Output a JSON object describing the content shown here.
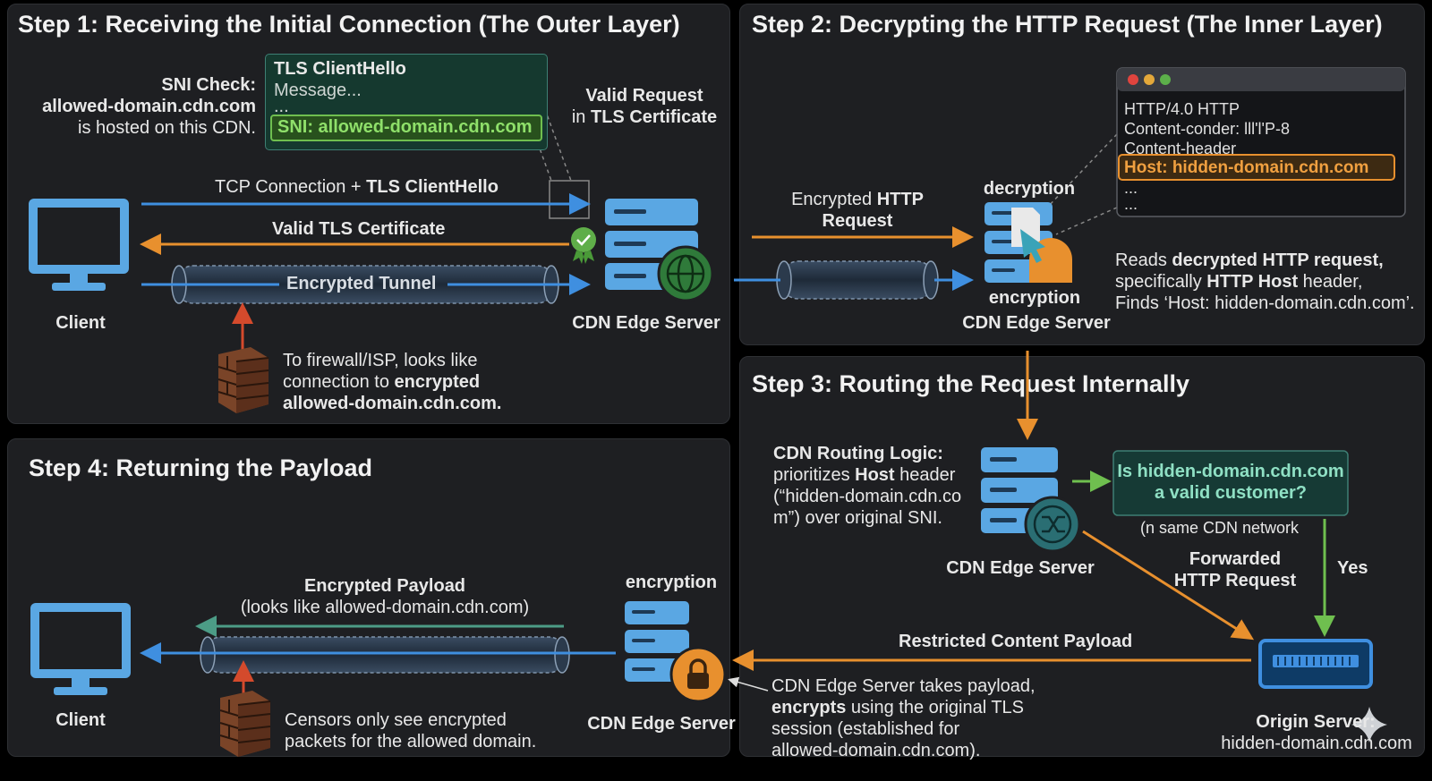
{
  "step1": {
    "title": "Step 1: Receiving the Initial Connection (The Outer Layer)",
    "sni_check": {
      "line1": "SNI Check:",
      "line2": "allowed-domain.cdn.com",
      "line3": "is hosted on this CDN."
    },
    "clienthello": {
      "title": "TLS ClientHello",
      "line1": "Message...",
      "line2": "...",
      "sni": "SNI: allowed-domain.cdn.com"
    },
    "valid_request": {
      "line1": "Valid Request",
      "line2_pre": "in ",
      "line2_bold": "TLS Certificate"
    },
    "arrow_tcp": {
      "pre": "TCP Connection + ",
      "bold": "TLS ClientHello"
    },
    "arrow_cert": "Valid TLS Certificate",
    "tunnel": "Encrypted Tunnel",
    "client": "Client",
    "server": "CDN Edge Server",
    "firewall": {
      "line1": "To firewall/ISP, looks like",
      "line2_pre": "connection to ",
      "line2_bold": "encrypted",
      "line3": "allowed-domain.cdn.com."
    }
  },
  "step2": {
    "title": "Step 2: Decrypting the HTTP Request (The Inner Layer)",
    "encrypted_request": {
      "line1_pre": "Encrypted ",
      "line1_bold": "HTTP",
      "line2": "Request"
    },
    "decryption": "decryption",
    "encryption": "encryption",
    "server": "CDN Edge Server",
    "http_window": {
      "line1": "HTTP/4.0 HTTP",
      "line2": "Content-conder: lll'l'P-8",
      "line3": "Content-header",
      "host": "Host: hidden-domain.cdn.com",
      "line5": "...",
      "line6": "..."
    },
    "reads": {
      "line1_pre": "Reads ",
      "line1_bold": "decrypted HTTP request,",
      "line2_pre": "specifically ",
      "line2_bold": "HTTP Host",
      "line2_post": " header,",
      "line3": "Finds ‘Host: hidden-domain.cdn.com’."
    }
  },
  "step3": {
    "title": "Step 3: Routing the Request Internally",
    "routing": {
      "line1": "CDN Routing Logic:",
      "line2_pre": "prioritizes ",
      "line2_bold": "Host",
      "line2_post": " header",
      "line3": "(“hidden-domain.cdn.co",
      "line4": "m”) over original SNI."
    },
    "server": "CDN Edge Server",
    "question": {
      "line1": "Is hidden-domain.cdn.com",
      "line2": "a valid customer?"
    },
    "same_network": "(n same CDN network",
    "forwarded": {
      "line1": "Forwarded",
      "line2": "HTTP Request"
    },
    "yes": "Yes",
    "origin": {
      "line1": "Origin Server:",
      "line2": "hidden-domain.cdn.com"
    }
  },
  "step4": {
    "title": "Step 4: Returning the Payload",
    "payload": {
      "line1": "Encrypted Payload",
      "line2": "(looks like allowed-domain.cdn.com)"
    },
    "restricted": "Restricted Content Payload",
    "encryption": "encryption",
    "server": "CDN Edge Server",
    "client": "Client",
    "censors": {
      "line1": "Censors only see encrypted",
      "line2": "packets for the allowed domain."
    },
    "takes": {
      "line1": "CDN Edge Server takes payload,",
      "line2_bold": "encrypts",
      "line2_post": " using the original TLS",
      "line3": "session (established for",
      "line4": "allowed-domain.cdn.com)."
    }
  },
  "colors": {
    "blue": "#3f8fe0",
    "orange": "#e8902e",
    "green": "#6fbf4f",
    "red": "#d44a2c",
    "server": "#5aa7e3"
  }
}
